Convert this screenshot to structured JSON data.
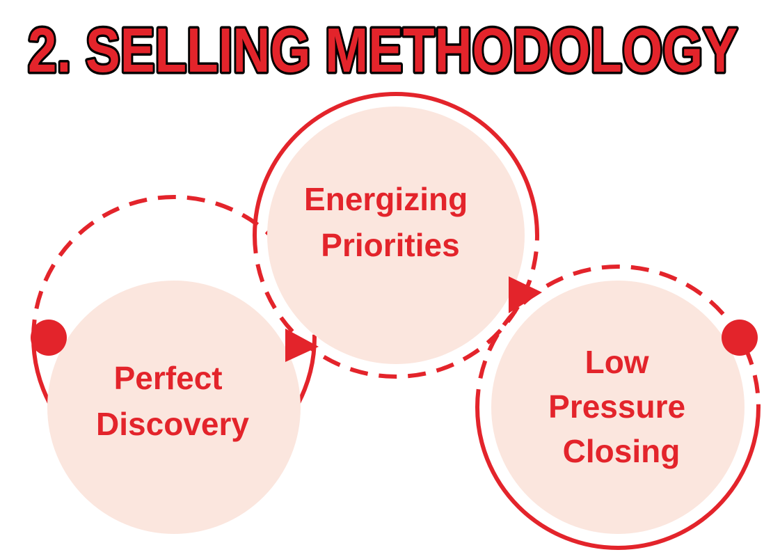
{
  "title": "2. SELLING METHODOLOGY",
  "colors": {
    "accent": "#E3242B",
    "title_outline": "#000000",
    "circle_fill": "#FBE6DE",
    "background": "#FFFFFF"
  },
  "nodes": [
    {
      "id": "perfect-discovery",
      "lines": [
        "Perfect",
        "Discovery"
      ]
    },
    {
      "id": "energizing-priorities",
      "lines": [
        "Energizing",
        "Priorities"
      ]
    },
    {
      "id": "low-pressure-closing",
      "lines": [
        "Low",
        "Pressure",
        "Closing"
      ]
    }
  ]
}
